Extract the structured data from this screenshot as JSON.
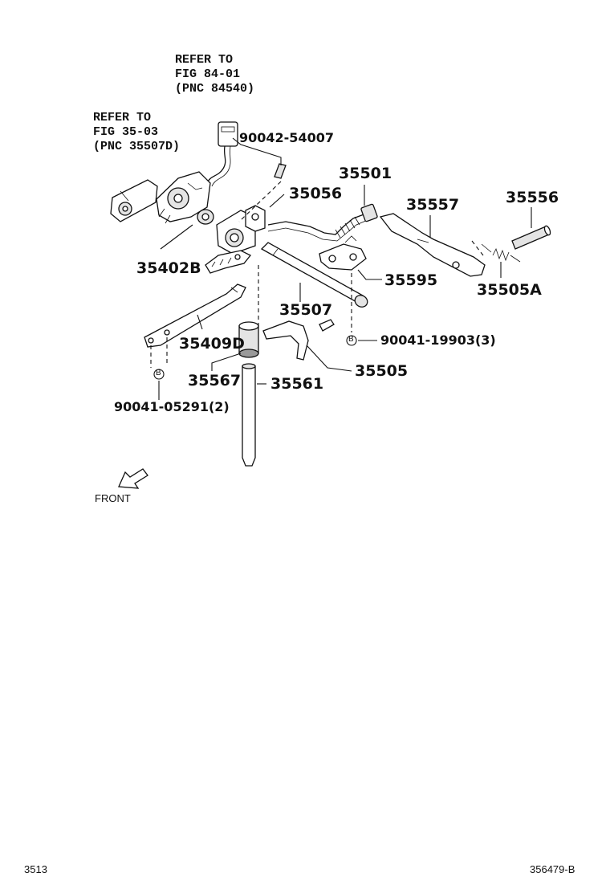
{
  "references": {
    "fig84": {
      "line1": "REFER TO",
      "line2": "FIG 84-01",
      "line3": "(PNC 84540)"
    },
    "fig35": {
      "line1": "REFER TO",
      "line2": "FIG 35-03",
      "line3": "(PNC 35507D)"
    }
  },
  "parts": {
    "p90042_54007": "90042-54007",
    "p35501": "35501",
    "p35056": "35056",
    "p35557": "35557",
    "p35556": "35556",
    "p35402B": "35402B",
    "p35595": "35595",
    "p35505A": "35505A",
    "p35507": "35507",
    "p35409D": "35409D",
    "p90041_19903": "90041-19903(3)",
    "p35567": "35567",
    "p35505": "35505",
    "p35561": "35561",
    "p90041_05291": "90041-05291(2)"
  },
  "markers": {
    "bolt_b": "B"
  },
  "front_label": "FRONT",
  "footer": {
    "left_code": "3513",
    "right_code": "356479-B"
  }
}
